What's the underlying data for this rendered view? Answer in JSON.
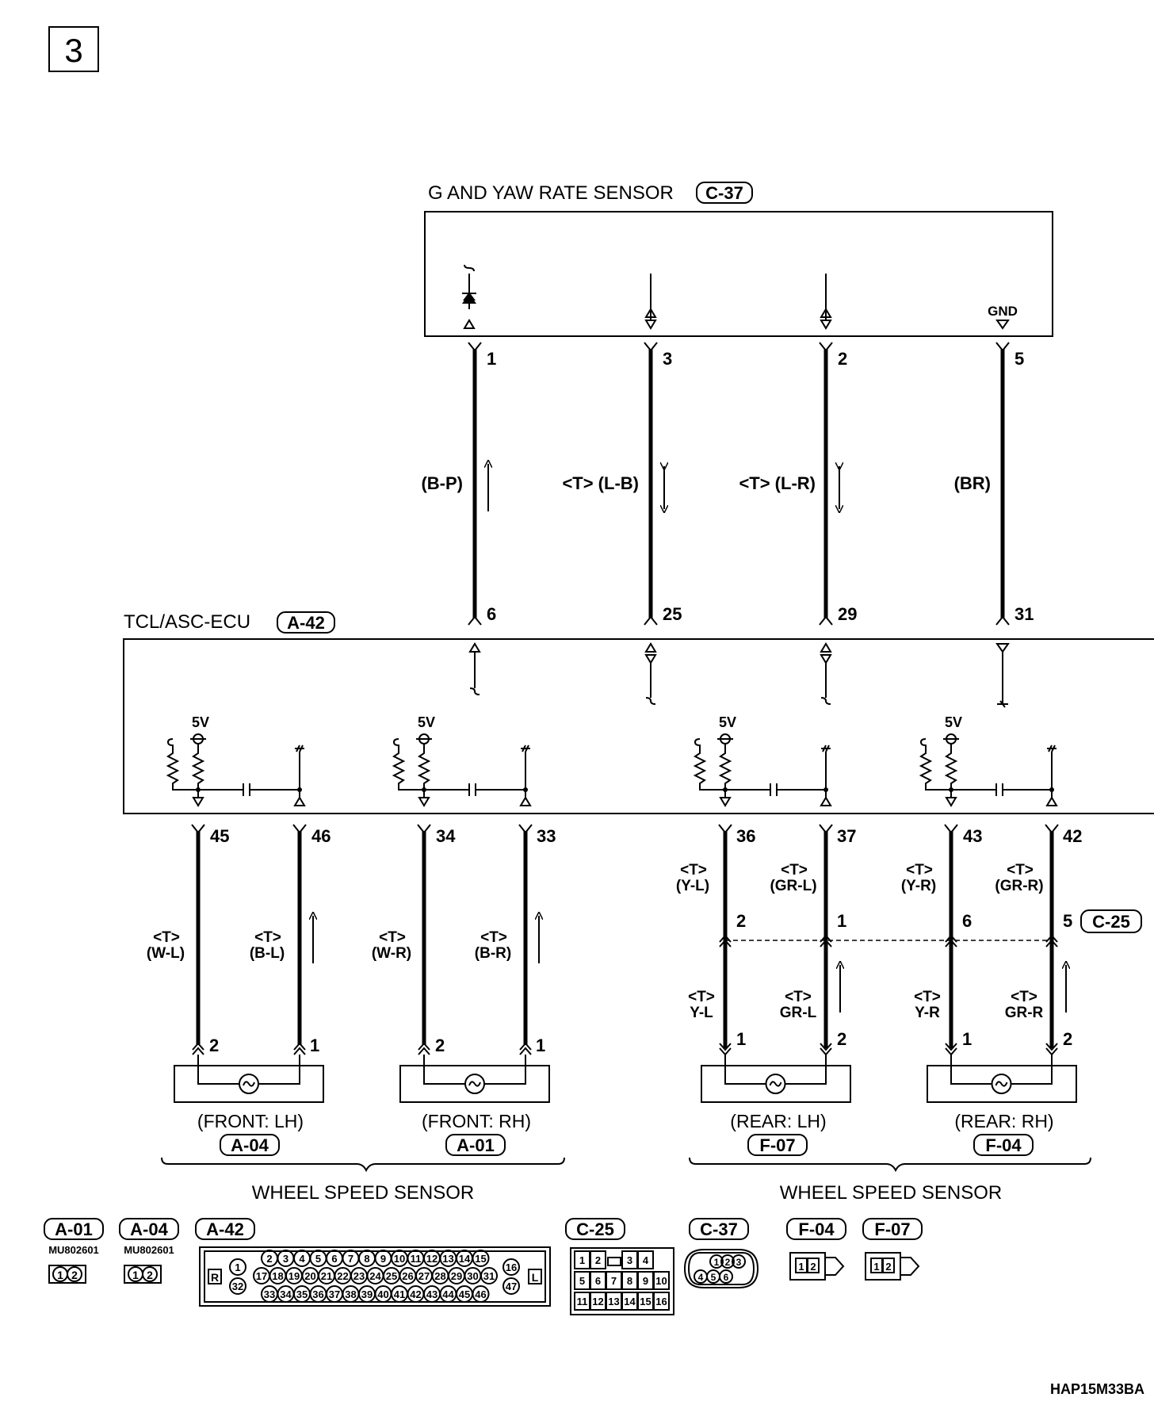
{
  "page_number": "3",
  "figure_code": "HAP15M33BA",
  "g_sensor": {
    "name": "G AND YAW RATE SENSOR",
    "connector": "C-37",
    "gnd_label": "GND"
  },
  "ecu": {
    "name": "TCL/ASC-ECU",
    "connector": "A-42",
    "supply_label": "5V"
  },
  "top_wires": [
    {
      "sensor_pin": "1",
      "ecu_pin": "6",
      "color": "(B-P)"
    },
    {
      "sensor_pin": "3",
      "ecu_pin": "25",
      "color": "<T> (L-B)"
    },
    {
      "sensor_pin": "2",
      "ecu_pin": "29",
      "color": "<T> (L-R)"
    },
    {
      "sensor_pin": "5",
      "ecu_pin": "31",
      "color": "(BR)"
    }
  ],
  "front_sensors": [
    {
      "label": "(FRONT: LH)",
      "connector": "A-04",
      "ecu_pins": [
        "45",
        "46"
      ],
      "wire_colors": [
        "(W-L)",
        "(B-L)"
      ],
      "sensor_pins": [
        "2",
        "1"
      ]
    },
    {
      "label": "(FRONT: RH)",
      "connector": "A-01",
      "ecu_pins": [
        "34",
        "33"
      ],
      "wire_colors": [
        "(W-R)",
        "(B-R)"
      ],
      "sensor_pins": [
        "2",
        "1"
      ]
    }
  ],
  "rear_sensors": [
    {
      "label": "(REAR: LH)",
      "connector": "F-07",
      "ecu_pins": [
        "36",
        "37"
      ],
      "upper_colors": [
        "(Y-L)",
        "(GR-L)"
      ],
      "joint_pins": [
        "2",
        "1"
      ],
      "lower_colors": [
        "Y-L",
        "GR-L"
      ],
      "sensor_pins": [
        "1",
        "2"
      ]
    },
    {
      "label": "(REAR: RH)",
      "connector": "F-04",
      "ecu_pins": [
        "43",
        "42"
      ],
      "upper_colors": [
        "(Y-R)",
        "(GR-R)"
      ],
      "joint_pins": [
        "6",
        "5"
      ],
      "lower_colors": [
        "Y-R",
        "GR-R"
      ],
      "sensor_pins": [
        "1",
        "2"
      ]
    }
  ],
  "t_mark": "<T>",
  "joint_connector": "C-25",
  "group_label": "WHEEL SPEED SENSOR",
  "connector_views": [
    {
      "code": "A-01",
      "part": "MU802601",
      "pins": [
        "1",
        "2"
      ]
    },
    {
      "code": "A-04",
      "part": "MU802601",
      "pins": [
        "1",
        "2"
      ]
    },
    {
      "code": "A-42",
      "side_left": "R",
      "side_right": "L",
      "pins_top": [
        "2",
        "3",
        "4",
        "5",
        "6",
        "7",
        "8",
        "9",
        "10",
        "11",
        "12",
        "13",
        "14",
        "15"
      ],
      "pins_mid": [
        "17",
        "18",
        "19",
        "20",
        "21",
        "22",
        "23",
        "24",
        "25",
        "26",
        "27",
        "28",
        "29",
        "30",
        "31"
      ],
      "pins_bot": [
        "33",
        "34",
        "35",
        "36",
        "37",
        "38",
        "39",
        "40",
        "41",
        "42",
        "43",
        "44",
        "45",
        "46"
      ],
      "pins_left": [
        "1",
        "32"
      ],
      "pins_right": [
        "16",
        "47"
      ]
    },
    {
      "code": "C-25",
      "rows": [
        [
          "1",
          "2",
          "",
          "3",
          "4"
        ],
        [
          "5",
          "6",
          "7",
          "8",
          "9",
          "10"
        ],
        [
          "11",
          "12",
          "13",
          "14",
          "15",
          "16"
        ]
      ]
    },
    {
      "code": "C-37",
      "pins": [
        "1",
        "2",
        "3",
        "4",
        "5",
        "6"
      ]
    },
    {
      "code": "F-04",
      "pins": [
        "1",
        "2"
      ]
    },
    {
      "code": "F-07",
      "pins": [
        "1",
        "2"
      ]
    }
  ]
}
